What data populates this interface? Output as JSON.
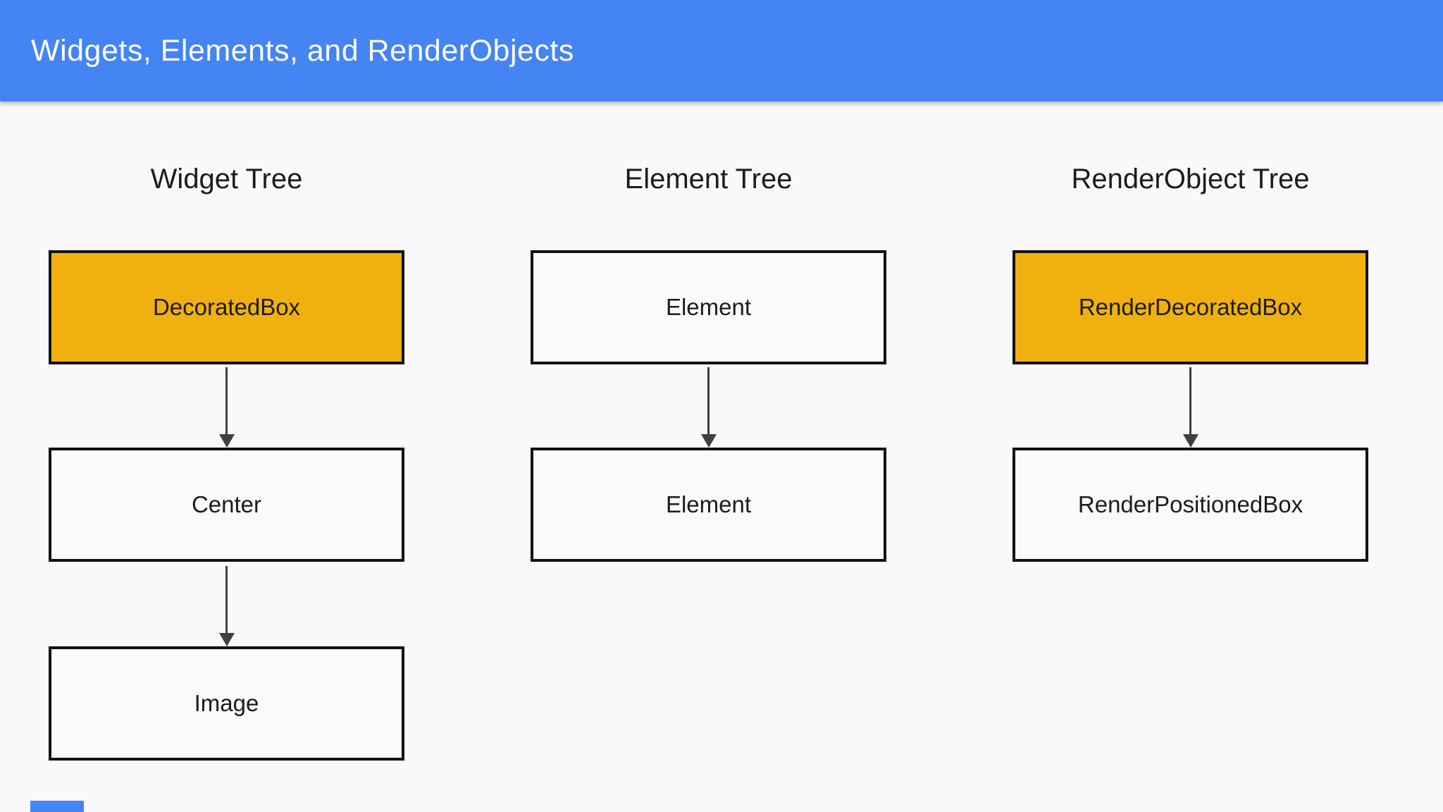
{
  "header": {
    "title": "Widgets, Elements, and RenderObjects"
  },
  "colors": {
    "header_bg": "#4484F3",
    "highlight_box": "#F0B10E",
    "box_fill": "#FAF9FC",
    "box_border": "#121212",
    "page_bg": "#F9F8FB",
    "arrow": "#404040",
    "title_text": "#FFFFFF",
    "text": "#1C1C1C"
  },
  "diagram": {
    "columns": [
      {
        "heading": "Widget Tree",
        "boxes": [
          {
            "label": "DecoratedBox",
            "highlighted": true
          },
          {
            "label": "Center",
            "highlighted": false
          },
          {
            "label": "Image",
            "highlighted": false
          }
        ]
      },
      {
        "heading": "Element Tree",
        "boxes": [
          {
            "label": "Element",
            "highlighted": false
          },
          {
            "label": "Element",
            "highlighted": false
          }
        ]
      },
      {
        "heading": "RenderObject Tree",
        "boxes": [
          {
            "label": "RenderDecoratedBox",
            "highlighted": true
          },
          {
            "label": "RenderPositionedBox",
            "highlighted": false
          }
        ]
      }
    ]
  }
}
